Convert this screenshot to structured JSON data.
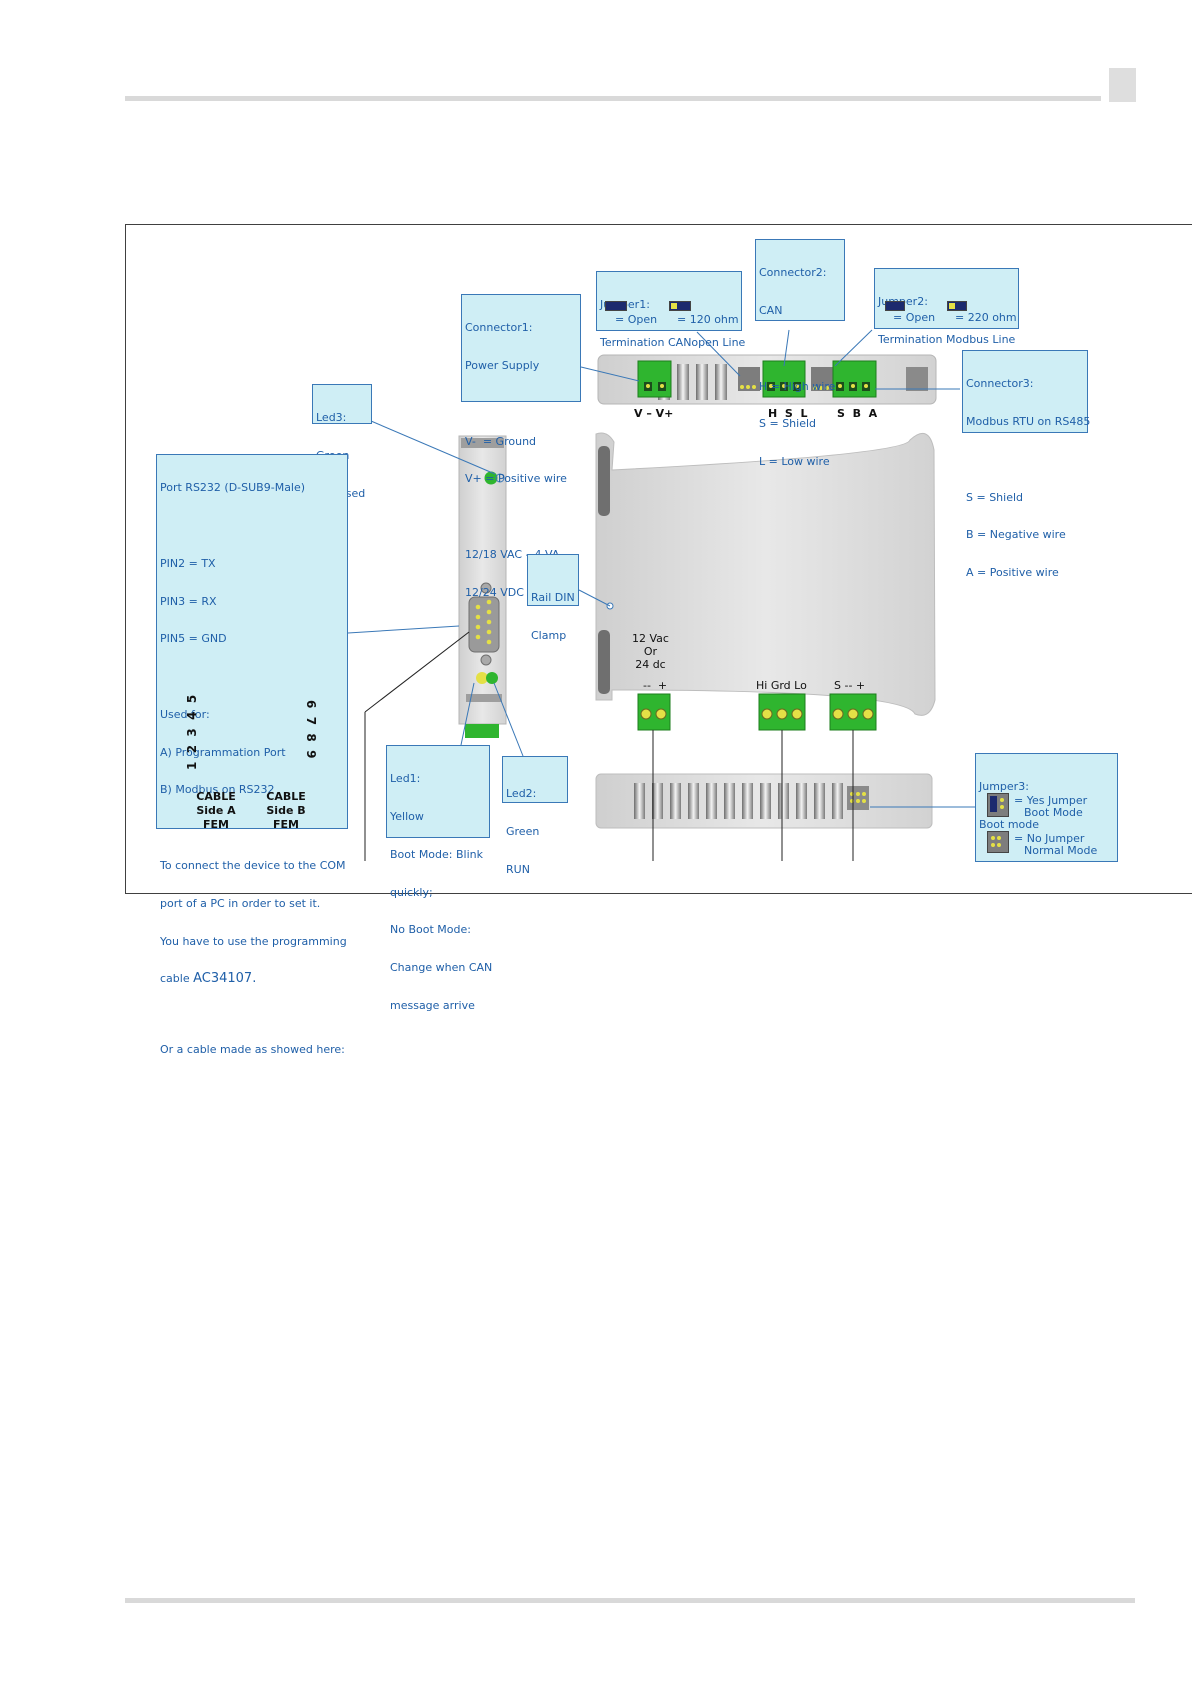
{
  "callouts": {
    "connector1": {
      "title": "Connector1:",
      "lines": [
        "Power Supply",
        "",
        "V-  = Ground",
        "V+ = Positive wire",
        "",
        "12/18 VAC – 4 VA",
        "12/24 VDC – 4 Watt"
      ]
    },
    "jumper1": {
      "title": "Jumper1:",
      "subtitle": "Termination CANopen Line",
      "open": "= Open",
      "ohm": "= 120 ohm"
    },
    "connector2": {
      "title": "Connector2:",
      "lines": [
        "CAN",
        "",
        "H = High wire",
        "S = Shield",
        "L = Low wire"
      ]
    },
    "jumper2": {
      "title": "Jumper2:",
      "subtitle": "Termination Modbus Line",
      "open": "= Open",
      "ohm": "= 220 ohm"
    },
    "connector3": {
      "title": "Connector3:",
      "lines": [
        "Modbus RTU on RS485",
        "",
        "S = Shield",
        "B = Negative wire",
        "A = Positive wire"
      ]
    },
    "led3": {
      "lines": [
        "Led3:",
        "Green",
        "Not used"
      ]
    },
    "rs232": {
      "lines": [
        "Port RS232 (D-SUB9-Male)",
        "",
        "PIN2 = TX",
        "PIN3 = RX",
        "PIN5 = GND",
        "",
        "Used for:",
        "A) Programmation Port",
        "B) Modbus on RS232",
        "",
        "To connect the device to the COM",
        "port of a PC in order to set it.",
        "You have to use the programming"
      ],
      "cable_prefix": "cable ",
      "cable_code": "AC34107.",
      "made": "Or a cable made as showed here:"
    },
    "rail": {
      "lines": [
        "Rail DIN",
        "Clamp"
      ]
    },
    "led1": {
      "lines": [
        "Led1:",
        "Yellow",
        "Boot Mode: Blink",
        "quickly;",
        "No Boot Mode:",
        "Change when CAN",
        "message arrive"
      ]
    },
    "led2": {
      "lines": [
        "Led2:",
        "Green",
        "RUN"
      ]
    },
    "jumper3": {
      "title": "Jumper3:",
      "subtitle": "Boot mode",
      "yes_1": "= Yes Jumper",
      "yes_2": "Boot Mode",
      "no_1": "= No Jumper",
      "no_2": "Normal Mode"
    }
  },
  "terminal_labels": {
    "power": "V – V+",
    "can": "H  S  L",
    "modbus": "S  B  A"
  },
  "front_labels": {
    "supply_1": "12 Vac",
    "supply_2": "Or",
    "supply_3": "24 dc",
    "supply_pins": "--  +",
    "can_pins": "Hi Grd Lo",
    "modbus_pins": "S -- +"
  },
  "cable": {
    "side_a_1": "CABLE",
    "side_a_2": "Side A",
    "side_a_3": "FEM",
    "side_b_1": "CABLE",
    "side_b_2": "Side B",
    "side_b_3": "FEM",
    "left_pins_top": "1  2  3  4  5",
    "right_pins": "6  7  8  9"
  },
  "colors": {
    "callout_bg": "#cfeef5",
    "callout_border": "#3a78b7",
    "callout_text": "#1f5fa8",
    "terminal_green": "#2fb52f"
  }
}
